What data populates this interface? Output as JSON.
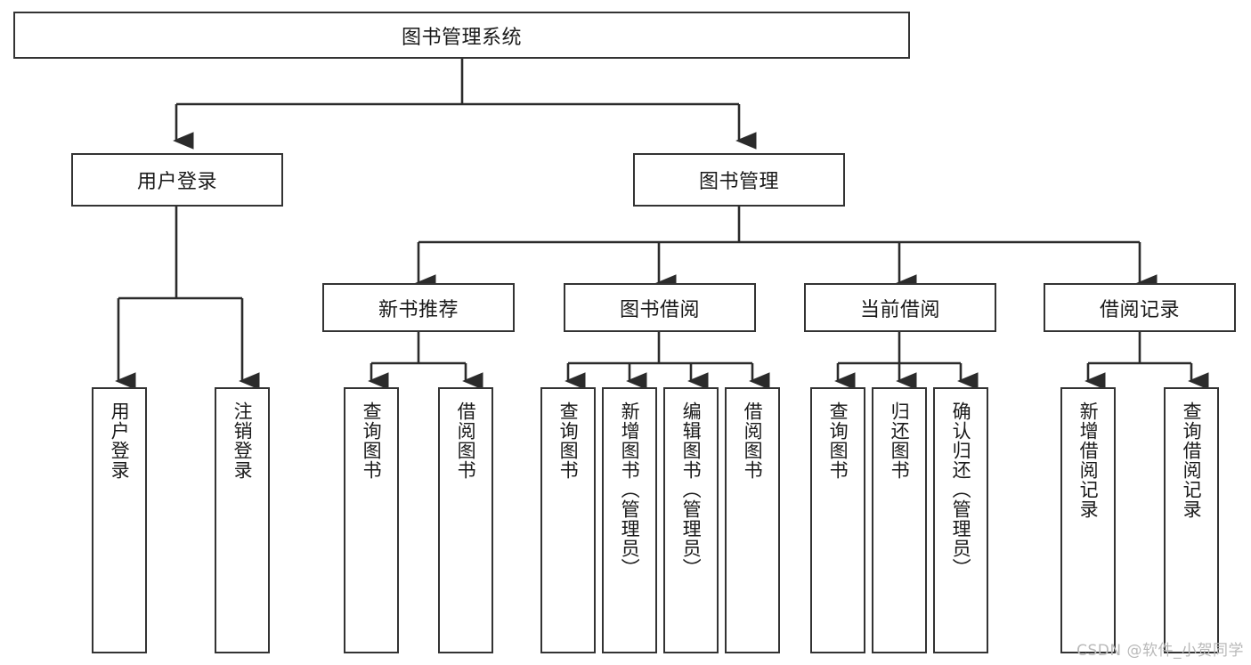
{
  "diagram": {
    "title": "图书管理系统",
    "type": "tree-hierarchy",
    "watermark": "CSDN @软件_小贺同学",
    "colors": {
      "stroke": "#333333",
      "fill": "#ffffff",
      "text": "#1a1a1a",
      "watermark": "#b9b9b9"
    },
    "root": {
      "label": "图书管理系统"
    },
    "level2": [
      {
        "label": "用户登录"
      },
      {
        "label": "图书管理"
      }
    ],
    "level3": [
      {
        "label": "新书推荐"
      },
      {
        "label": "图书借阅"
      },
      {
        "label": "当前借阅"
      },
      {
        "label": "借阅记录"
      }
    ],
    "leaves": {
      "user_login": [
        {
          "label": "用户登录"
        },
        {
          "label": "注销登录"
        }
      ],
      "new_book": [
        {
          "label": "查询图书"
        },
        {
          "label": "借阅图书"
        }
      ],
      "book_borrow": [
        {
          "label": "查询图书"
        },
        {
          "label": "新增图书（管理员）"
        },
        {
          "label": "编辑图书（管理员）"
        },
        {
          "label": "借阅图书"
        }
      ],
      "current_borrow": [
        {
          "label": "查询图书"
        },
        {
          "label": "归还图书"
        },
        {
          "label": "确认归还（管理员）"
        }
      ],
      "borrow_record": [
        {
          "label": "新增借阅记录"
        },
        {
          "label": "查询借阅记录"
        }
      ]
    }
  }
}
